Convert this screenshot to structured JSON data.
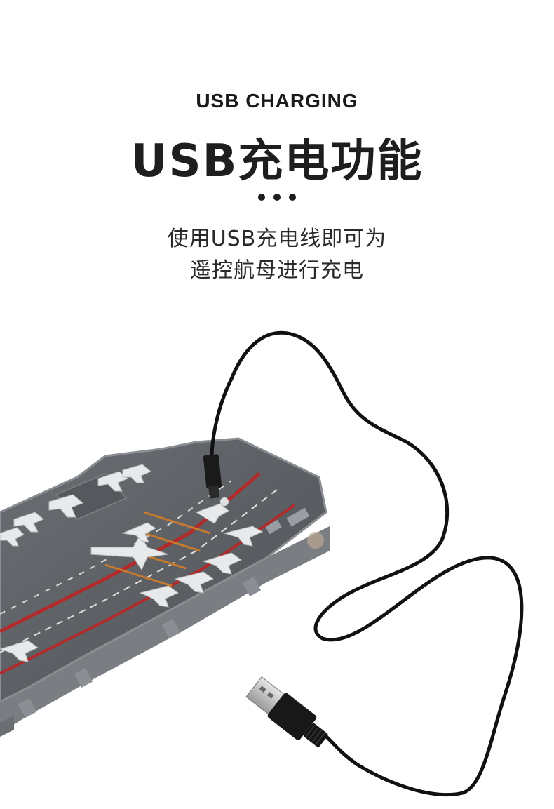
{
  "header": {
    "subtitle_en": "USB CHARGING",
    "title_cn": "USB充电功能"
  },
  "description": {
    "line1": "使用USB充电线即可为",
    "line2": "遥控航母进行充电"
  },
  "colors": {
    "text": "#1e1e1e",
    "deck": "#5b5f63",
    "deck_edge": "#8a8e92",
    "deck_stripe": "#b22a2a",
    "aircraft": "#e8e9ea",
    "cable": "#111111",
    "usb_plug_metal": "#c8c8c8"
  },
  "icons": {
    "separator": "three-dots"
  }
}
